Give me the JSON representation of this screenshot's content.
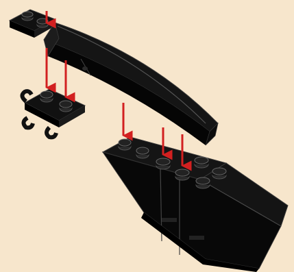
{
  "diagram": {
    "kind": "building-instruction-step",
    "background_color": "#F7E6CC",
    "brick_color": "#111111",
    "brick_edge_color": "#3A3A3A",
    "highlight_color": "#5A5A5A",
    "arrow_color": "#D22020",
    "parts": [
      {
        "name": "small-plate-top-left",
        "icon": "plate-1x2-icon"
      },
      {
        "name": "long-curved-slope",
        "icon": "curved-slope-icon"
      },
      {
        "name": "clip-plate",
        "icon": "clip-plate-icon"
      },
      {
        "name": "wedge-base",
        "icon": "wedge-brick-icon"
      }
    ],
    "arrows": [
      {
        "name": "arrow-plate-to-clip-left"
      },
      {
        "name": "arrow-plate-to-clip-right"
      },
      {
        "name": "arrow-slope-to-wedge-1"
      },
      {
        "name": "arrow-slope-to-wedge-2"
      },
      {
        "name": "arrow-slope-to-wedge-3"
      }
    ]
  }
}
